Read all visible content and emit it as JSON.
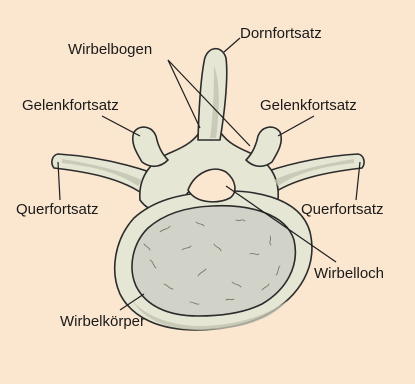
{
  "colors": {
    "background": "#fbe6cf",
    "bone_fill": "#e6e6d4",
    "bone_shadow": "#c3c3b1",
    "outline": "#2c2c2c",
    "spongy_fill": "#d2d3c8",
    "leader": "#1f1f1f"
  },
  "labels": {
    "dornfortsatz": "Dornfortsatz",
    "wirbelbogen": "Wirbelbogen",
    "gelenkfortsatz_left": "Gelenkfortsatz",
    "gelenkfortsatz_right": "Gelenkfortsatz",
    "querfortsatz_left": "Querfortsatz",
    "querfortsatz_right": "Querfortsatz",
    "wirbelloch": "Wirbelloch",
    "wirbelkoerper": "Wirbelkörper"
  }
}
